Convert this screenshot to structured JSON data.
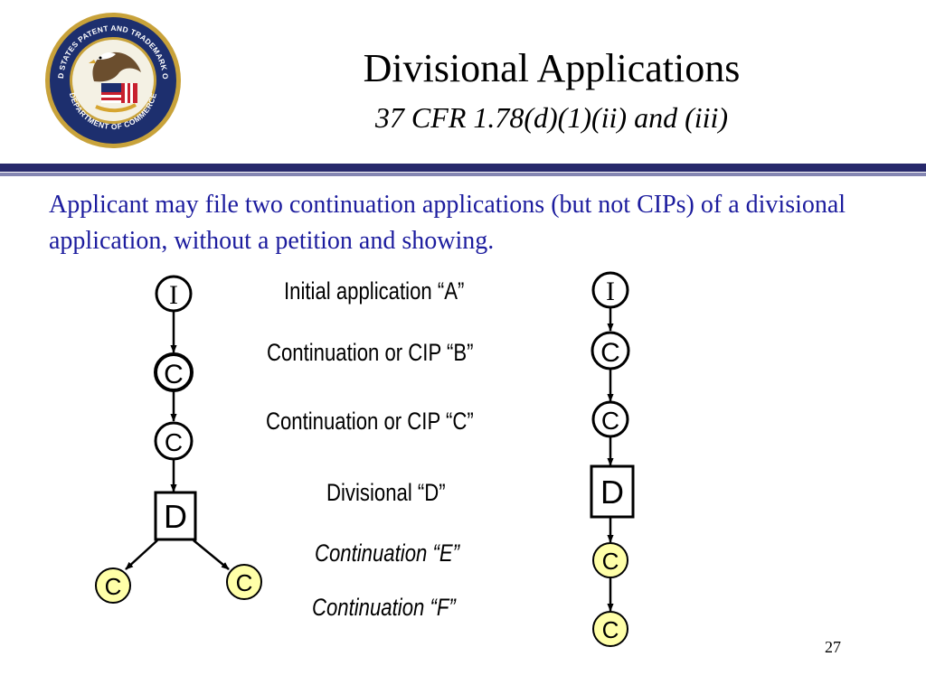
{
  "header": {
    "title": "Divisional Applications",
    "subtitle": "37 CFR 1.78(d)(1)(ii) and (iii)",
    "seal_text_top": "UNITED STATES PATENT AND TRADEMARK OFFICE",
    "seal_text_bottom": "DEPARTMENT OF COMMERCE"
  },
  "body_text": "Applicant may file two continuation applications (but not CIPs) of a divisional application, without a petition and showing.",
  "labels": {
    "a": "Initial application “A”",
    "b": "Continuation or CIP “B”",
    "c": "Continuation or CIP “C”",
    "d": "Divisional “D”",
    "e": "Continuation “E”",
    "f": "Continuation “F”"
  },
  "left_tree": {
    "initial": "I",
    "cont_b": "C",
    "cont_c": "C",
    "divisional": "D",
    "cont_e": "C",
    "cont_f": "C"
  },
  "right_chain": {
    "initial": "I",
    "cont_b": "C",
    "cont_c": "C",
    "divisional": "D",
    "cont_e": "C",
    "cont_f": "C"
  },
  "colors": {
    "rule_dark": "#27296b",
    "rule_light": "#8486b2",
    "body_text": "#1c1c9e",
    "continuation_fill": "#ffffa8"
  },
  "page_number": "27"
}
